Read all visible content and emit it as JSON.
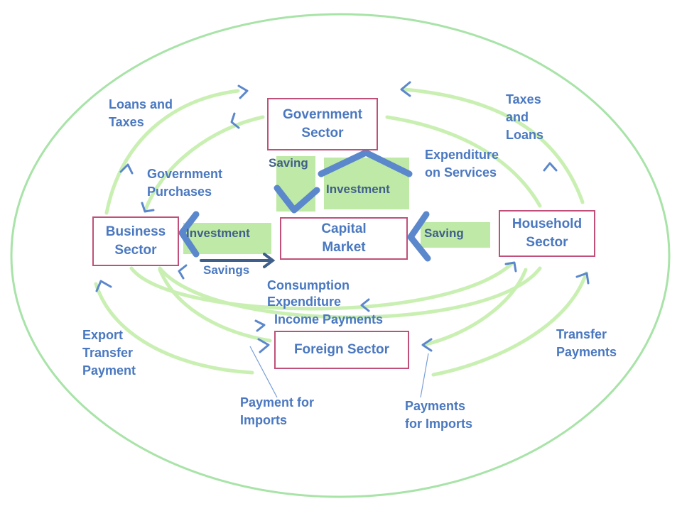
{
  "colors": {
    "outline": "#a8e3a8",
    "flow": "#c9f0b2",
    "arrow": "#5b87cc",
    "box_border": "#c0507a",
    "text": "#4a78c0",
    "highlight": "#bfe9a6"
  },
  "sectors": {
    "government": [
      "Government",
      "Sector"
    ],
    "business": [
      "Business",
      "Sector"
    ],
    "household": [
      "Household",
      "Sector"
    ],
    "capital_market": [
      "Capital",
      "Market"
    ],
    "foreign": "Foreign Sector"
  },
  "flows": {
    "loans_and_taxes": [
      "Loans and",
      "Taxes"
    ],
    "taxes_and_loans": [
      "Taxes",
      "and",
      "Loans"
    ],
    "government_purchases": [
      "Government",
      "Purchases"
    ],
    "expenditure_on_services": [
      "Expenditure",
      "on Services"
    ],
    "saving_gov": "Saving",
    "investment_gov": "Investment",
    "investment_business": "Investment",
    "saving_household": "Saving",
    "savings_business": "Savings",
    "consumption_expenditure": [
      "Consumption",
      "Expenditure"
    ],
    "income_payments": "Income Payments",
    "export_transfer_payment": [
      "Export",
      "Transfer",
      "Payment"
    ],
    "transfer_payments": [
      "Transfer",
      "Payments"
    ],
    "payment_for_imports": [
      "Payment for",
      "Imports"
    ],
    "payments_for_imports": [
      "Payments",
      "for Imports"
    ]
  }
}
